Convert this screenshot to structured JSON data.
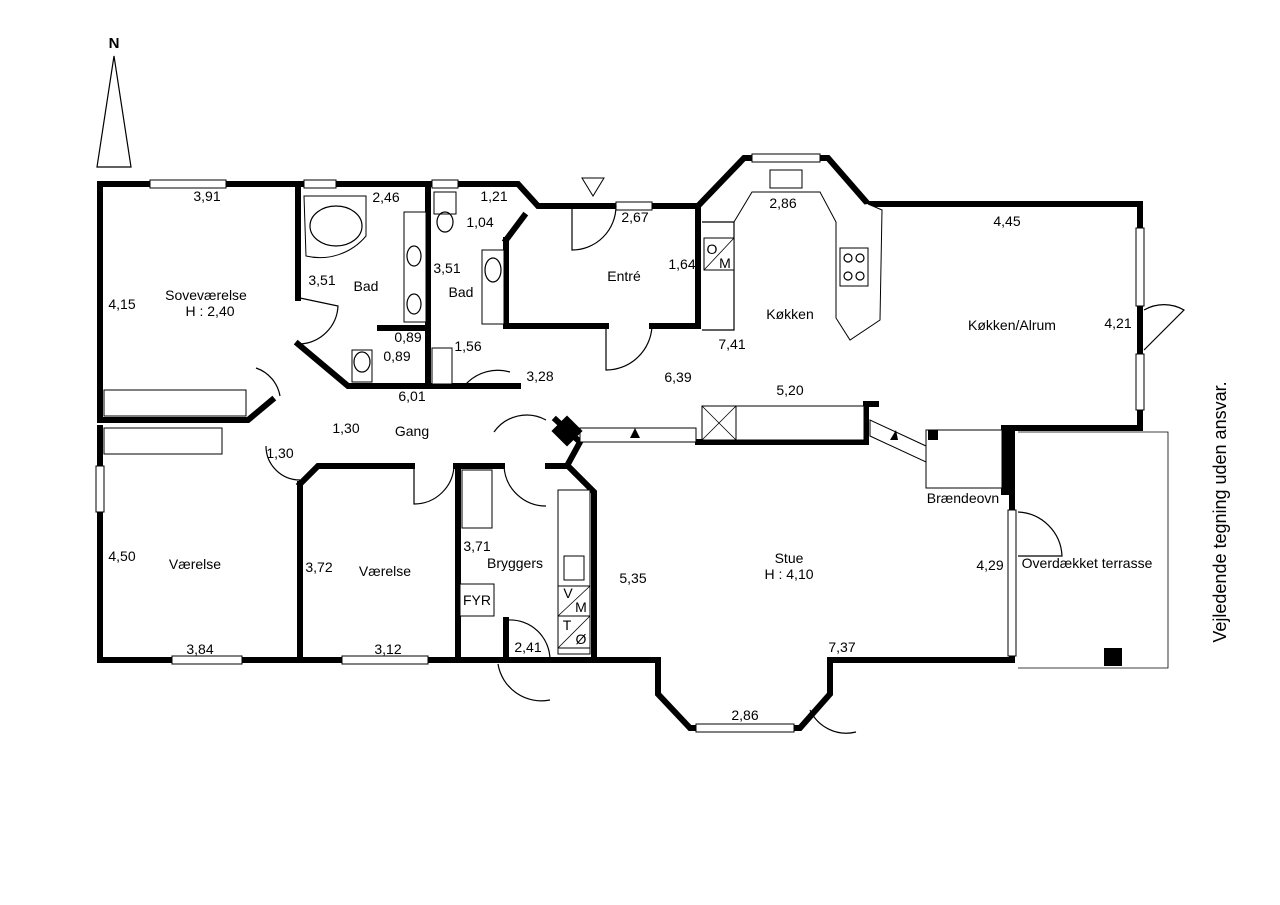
{
  "north_label": "N",
  "disclaimer": "Vejledende tegning uden ansvar.",
  "rooms": {
    "sovevaerelse": "Soveværelse",
    "sovevaerelse_height": "H : 2,40",
    "bad1": "Bad",
    "bad2": "Bad",
    "entre": "Entré",
    "kokken": "Køkken",
    "kokken_alrum": "Køkken/Alrum",
    "gang": "Gang",
    "vaerelse1": "Værelse",
    "vaerelse2": "Værelse",
    "bryggers": "Bryggers",
    "stue": "Stue",
    "stue_height": "H : 4,10",
    "braendeovn": "Brændeovn",
    "terrasse": "Overdækket terrasse"
  },
  "fixture_labels": {
    "om_o": "O",
    "om_m": "M",
    "vm_v": "V",
    "vm_m": "M",
    "to_t": "T",
    "to_o": "Ø",
    "fyr": "FYR"
  },
  "dimensions": {
    "d391": "3,91",
    "d415": "4,15",
    "d246": "2,46",
    "d351a": "3,51",
    "d351b": "3,51",
    "d121": "1,21",
    "d104": "1,04",
    "d267": "2,67",
    "d164": "1,64",
    "d286top": "2,86",
    "d445": "4,45",
    "d421": "4,21",
    "d741": "7,41",
    "d089a": "0,89",
    "d089b": "0,89",
    "d156": "1,56",
    "d328": "3,28",
    "d639": "6,39",
    "d601": "6,01",
    "d520": "5,20",
    "d130a": "1,30",
    "d130b": "1,30",
    "d450": "4,50",
    "d372": "3,72",
    "d371": "3,71",
    "d535": "5,35",
    "d429": "4,29",
    "d384": "3,84",
    "d312": "3,12",
    "d241": "2,41",
    "d737": "7,37",
    "d286bot": "2,86"
  }
}
